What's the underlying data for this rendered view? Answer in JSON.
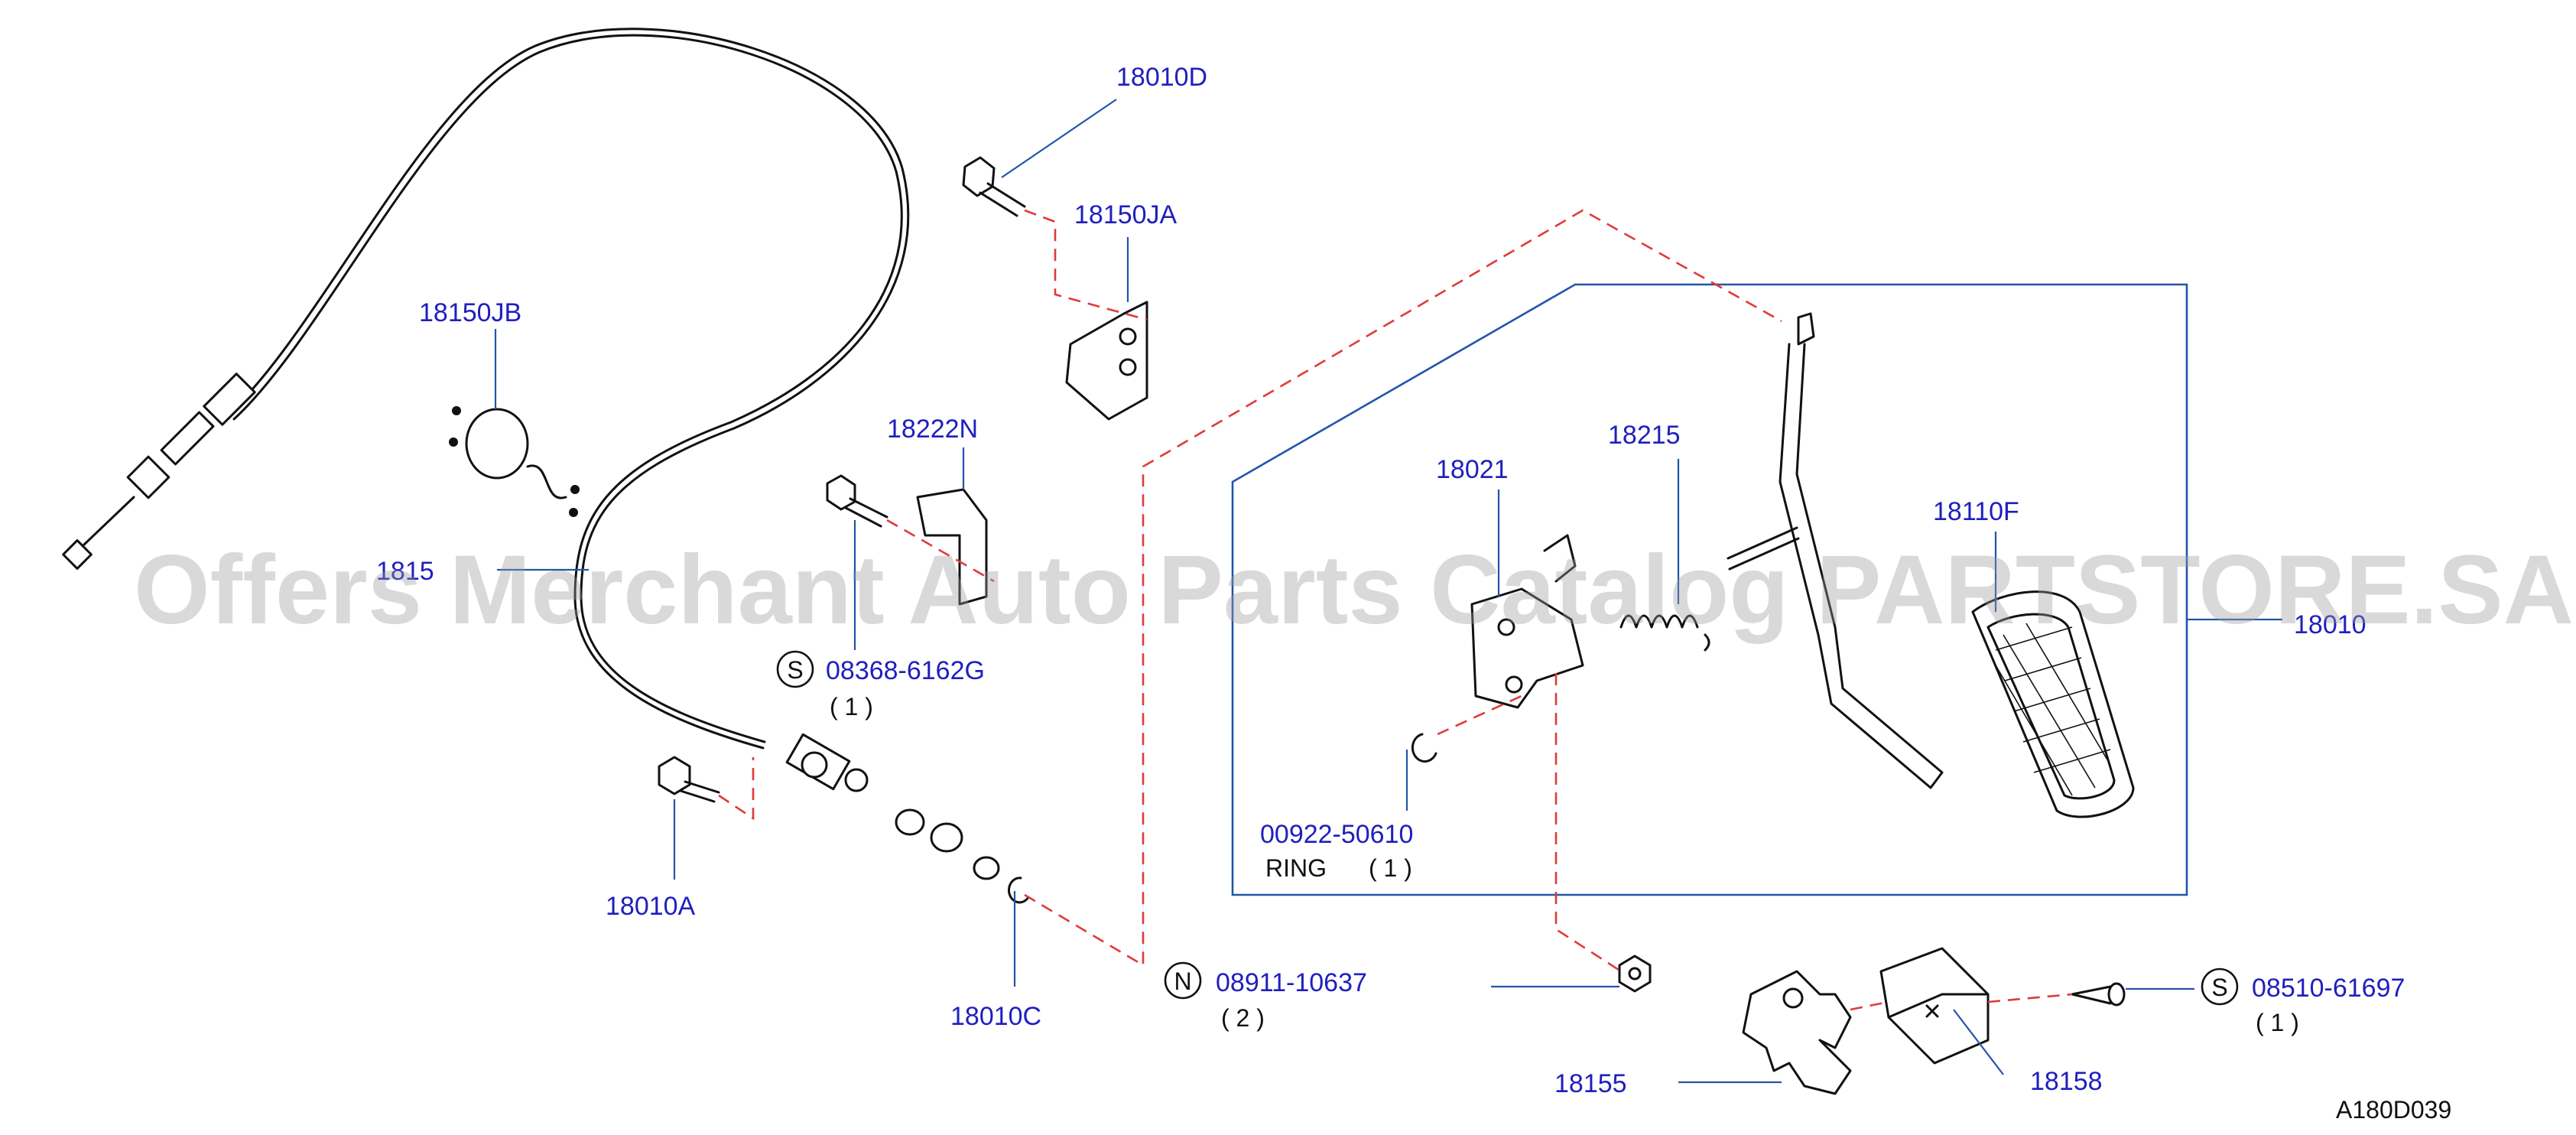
{
  "diagram": {
    "watermark": "Offers Merchant Auto Parts Catalog PARTSTORE.SA",
    "figure_code": "A180D039",
    "labels": {
      "p18010D": "18010D",
      "p18150JA": "18150JA",
      "p18150JB": "18150JB",
      "p18222N": "18222N",
      "p18150": "1815",
      "p08368": "08368-6162G",
      "p08368_qty": "( 1 )",
      "p18010A": "18010A",
      "p18010C": "18010C",
      "p08911": "08911-10637",
      "p08911_qty": "( 2 )",
      "p18021": "18021",
      "p18215": "18215",
      "p18110F": "18110F",
      "p18010": "18010",
      "p00922": "00922-50610",
      "ring": "RING",
      "ring_qty": "( 1 )",
      "p18155": "18155",
      "p18158": "18158",
      "p08510": "08510-61697",
      "p08510_qty": "( 1 )"
    },
    "symbols": {
      "s": "S",
      "n": "N"
    }
  }
}
